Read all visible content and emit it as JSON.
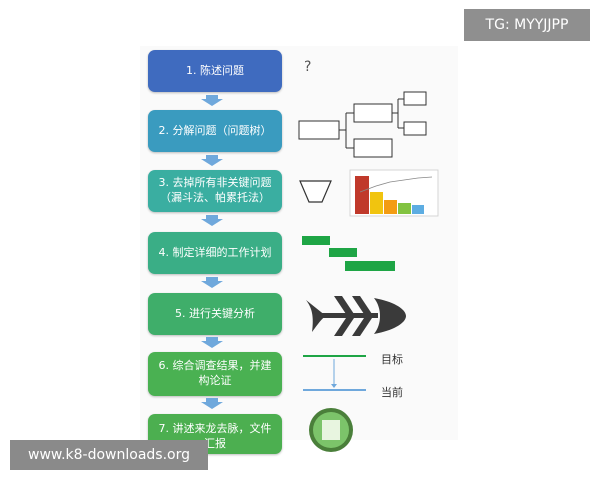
{
  "steps": [
    {
      "label": "1. 陈述问题",
      "color": "#3f6bbf"
    },
    {
      "label": "2. 分解问题（问题树）",
      "color": "#3a9bbf"
    },
    {
      "label": "3. 去掉所有非关键问题\n（漏斗法、帕累托法）",
      "color": "#3aaea1"
    },
    {
      "label": "4. 制定详细的工作计划",
      "color": "#3aae86"
    },
    {
      "label": "5. 进行关键分析",
      "color": "#3fae6a"
    },
    {
      "label": "6. 综合调查结果，并建\n构论证",
      "color": "#4ab152"
    },
    {
      "label": "7. 讲述来龙去脉，文件\n汇报",
      "color": "#4caf50"
    }
  ],
  "question_mark": "?",
  "target_label": "目标",
  "current_label": "当前",
  "watermark_top": "TG: MYYJJPP",
  "watermark_bottom": "www.k8-downloads.org",
  "colors": {
    "arrow": "#6fa8dc",
    "gantt": "#1ea545",
    "pareto": [
      "#c0392b",
      "#f1c40f",
      "#f39c12",
      "#5dade2",
      "#7fb3d5"
    ]
  }
}
